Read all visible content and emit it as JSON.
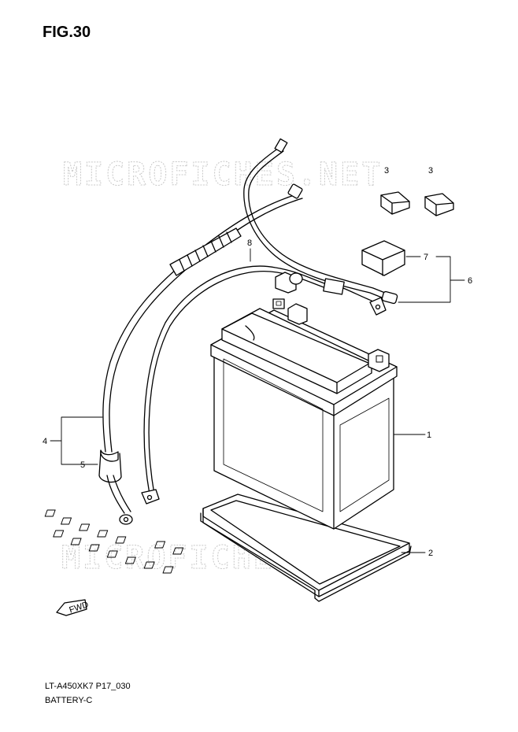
{
  "figure": {
    "title": "FIG.30"
  },
  "watermark": {
    "text": "MICROFICHES.NET",
    "color": "#c9c9c9"
  },
  "parts": {
    "battery": "1",
    "battery_tray": "2",
    "cap_a": "3",
    "cap_b": "3",
    "negative_cable": "4",
    "boot": "5",
    "starter_cable_set": "6",
    "terminal_cap": "7",
    "harness": "8"
  },
  "direction_marker": {
    "text": "FWD"
  },
  "footer": {
    "model_code": "LT-A450XK7 P17_030",
    "section_name": "BATTERY-C"
  }
}
